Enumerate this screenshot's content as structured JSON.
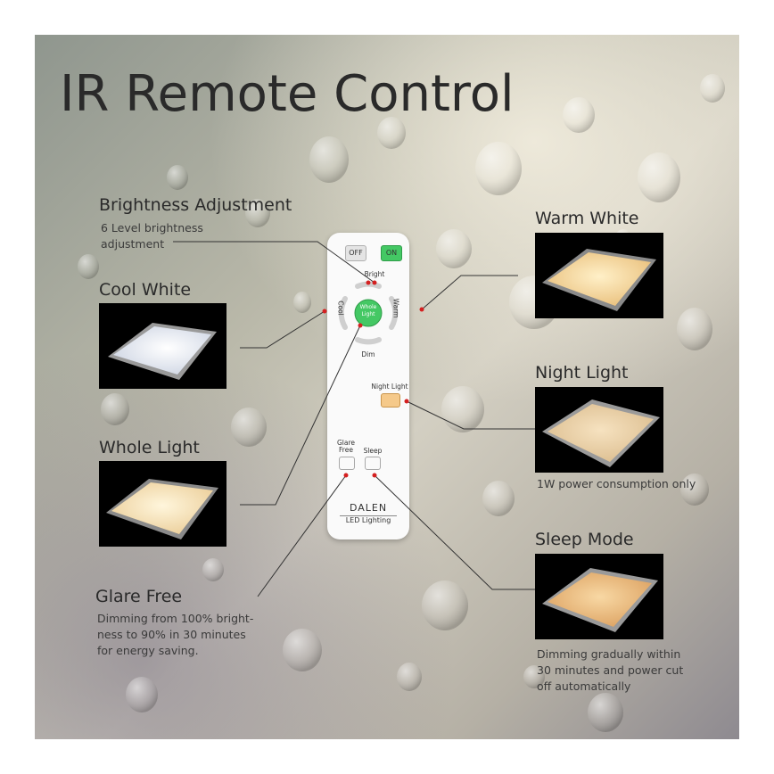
{
  "title": "IR Remote Control",
  "labels": {
    "brightness": "Brightness Adjustment",
    "brightness_desc_1": "6 Level brightness",
    "brightness_desc_2": "adjustment",
    "cool_white": "Cool White",
    "whole_light": "Whole Light",
    "glare_free": "Glare Free",
    "glare_desc_1": "Dimming from 100% bright-",
    "glare_desc_2": "ness to 90% in 30 minutes",
    "glare_desc_3": "for energy saving.",
    "warm_white": "Warm White",
    "night_light": "Night Light",
    "night_desc": "1W power consumption only",
    "sleep_mode": "Sleep Mode",
    "sleep_desc_1": "Dimming gradually within",
    "sleep_desc_2": "30 minutes and power cut",
    "sleep_desc_3": "off automatically"
  },
  "remote": {
    "off": "OFF",
    "on": "ON",
    "bright": "Bright",
    "cool": "Cool",
    "warm": "Warm",
    "whole_1": "Whole",
    "whole_2": "Light",
    "dim": "Dim",
    "night_light": "Night Light",
    "glare_1": "Glare",
    "glare_2": "Free",
    "sleep": "Sleep",
    "brand": "DALEN",
    "brand_sub": "LED Lighting"
  },
  "colors": {
    "accent_red": "#d42020",
    "on_green": "#44c864",
    "night_button": "#f5c98a"
  }
}
